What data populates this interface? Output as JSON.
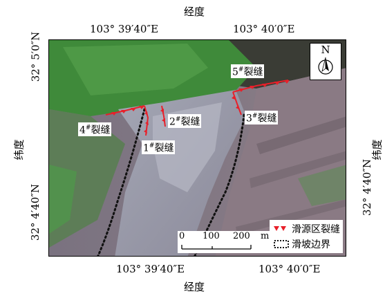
{
  "axis": {
    "top_title": "经度",
    "bottom_title": "经度",
    "left_title": "纬度",
    "right_title": "纬度",
    "top_ticks": [
      "103° 39′40″E",
      "103° 40′0″E"
    ],
    "bottom_ticks": [
      "103° 39′40″E",
      "103° 40′0″E"
    ],
    "left_ticks": [
      "32° 5′0″N",
      "32° 4′40″N"
    ],
    "right_ticks": [
      "32° 4′40″N"
    ]
  },
  "north_label": "N",
  "cracks": [
    {
      "num": "1",
      "sup": "#",
      "text": "裂缝"
    },
    {
      "num": "2",
      "sup": "#",
      "text": "裂缝"
    },
    {
      "num": "3",
      "sup": "#",
      "text": "裂缝"
    },
    {
      "num": "4",
      "sup": "#",
      "text": "裂缝"
    },
    {
      "num": "5",
      "sup": "#",
      "text": "裂缝"
    }
  ],
  "scale": {
    "labels": [
      "0",
      "100",
      "200",
      "m"
    ]
  },
  "legend": [
    {
      "label": "滑源区裂缝",
      "color": "#e8202a"
    },
    {
      "label": "滑坡边界",
      "color": "#111111"
    }
  ],
  "colors": {
    "crack": "#e8202a",
    "boundary": "#111111",
    "forest": "#3f8a3a"
  }
}
